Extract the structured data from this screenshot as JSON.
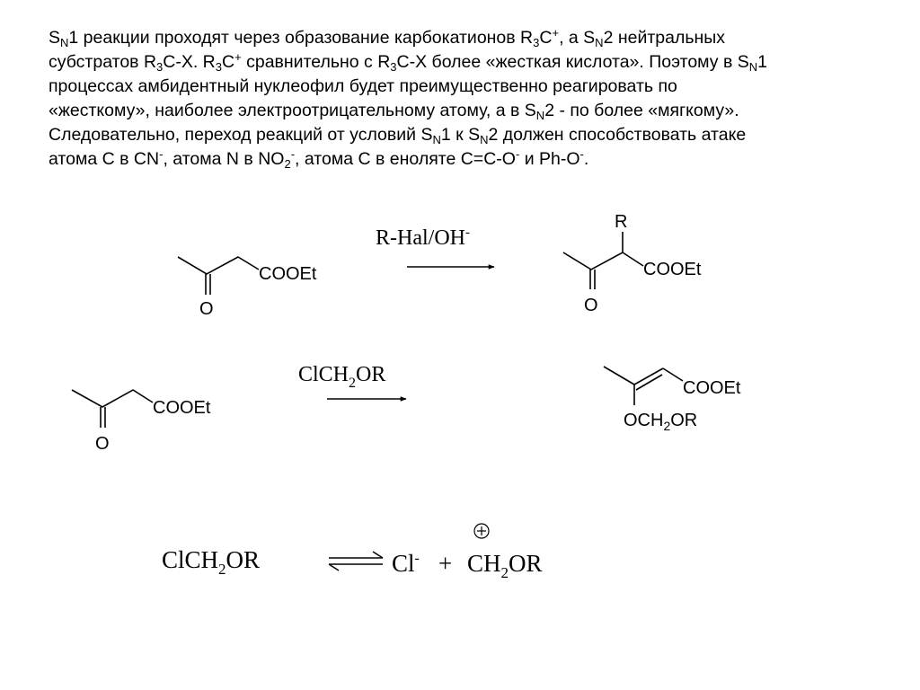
{
  "text": {
    "l1": {
      "a": "S",
      "b": "N",
      "c": "1 реакции проходят через образование карбокатионов R",
      "d": "3",
      "e": "C",
      "f": "+",
      "g": ", а S",
      "h": "N",
      "i": "2 нейтральных"
    },
    "l2": {
      "a": "субстратов R",
      "b": "3",
      "c": "C-X. R",
      "d": "3",
      "e": "C",
      "f": "+",
      "g": " сравнительно с R",
      "h": "3",
      "i": "C-X более «жесткая кислота». Поэтому в S",
      "j": "N",
      "k": "1"
    },
    "l3": {
      "a": "процессах амбидентный нуклеофил будет преимущественно реагировать по"
    },
    "l4": {
      "a": "«жесткому», наиболее электроотрицательному атому, а в S",
      "b": "N",
      "c": "2 - по более «мягкому»."
    },
    "l5": {
      "a": "Следовательно, переход реакций от условий S",
      "b": "N",
      "c": "1 к S",
      "d": "N",
      "e": "2 должен способствовать атаке"
    },
    "l6": {
      "a": "атома С в CN",
      "b": "-",
      "c": ", атома N в NO",
      "d": "2",
      "e": "-",
      "f": ", атома С в еноляте С=С-О",
      "g": "-",
      "h": "  и Ph-O",
      "i": "-",
      "j": "."
    }
  },
  "scheme1": {
    "reactant_o": "O",
    "reactant_group": "COOEt",
    "reagent_a": "R-Hal/OH",
    "reagent_sup": "-",
    "product_r": "R",
    "product_o": "O",
    "product_group": "COOEt"
  },
  "scheme2": {
    "reactant_o": "O",
    "reactant_group": "COOEt",
    "reagent_a": "ClCH",
    "reagent_sub": "2",
    "reagent_b": "OR",
    "product_group": "COOEt",
    "product_sub_a": "OCH",
    "product_sub_sub": "2",
    "product_sub_b": "OR"
  },
  "scheme3": {
    "left_a": "ClCH",
    "left_sub": "2",
    "left_b": "OR",
    "right_cl": "Cl",
    "right_cl_sup": "-",
    "plus": "+",
    "right_a": "CH",
    "right_sub": "2",
    "right_b": "OR"
  },
  "colors": {
    "text": "#000000",
    "background": "#ffffff"
  }
}
